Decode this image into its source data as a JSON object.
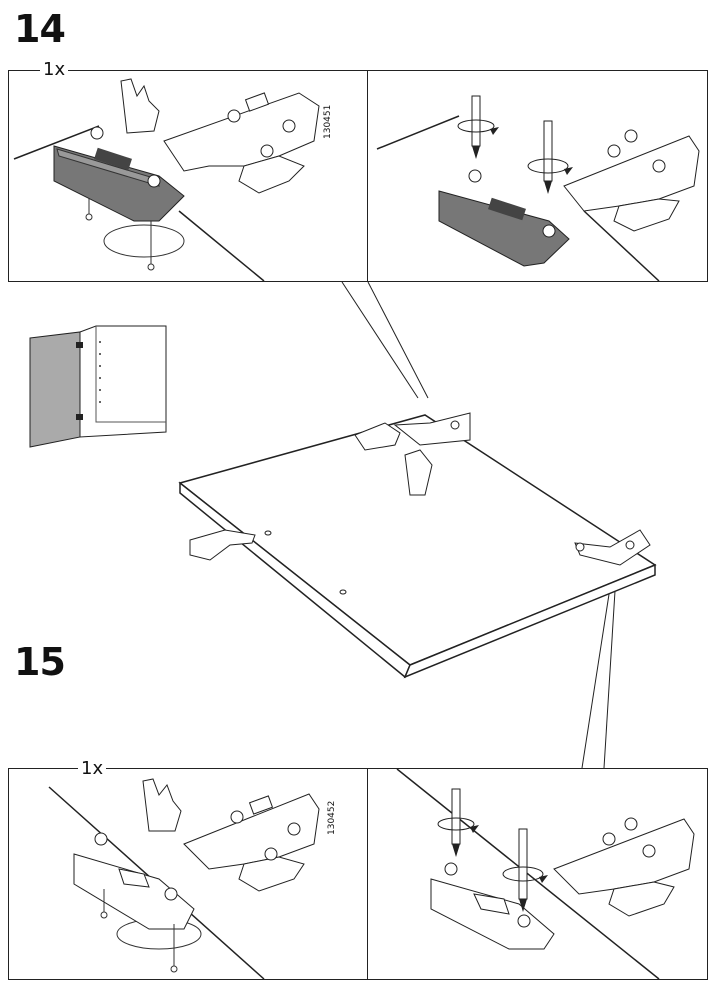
{
  "steps": [
    {
      "number": "14",
      "quantity": "1x",
      "part_number": "130451"
    },
    {
      "number": "15",
      "quantity": "1x",
      "part_number": "130452"
    }
  ]
}
